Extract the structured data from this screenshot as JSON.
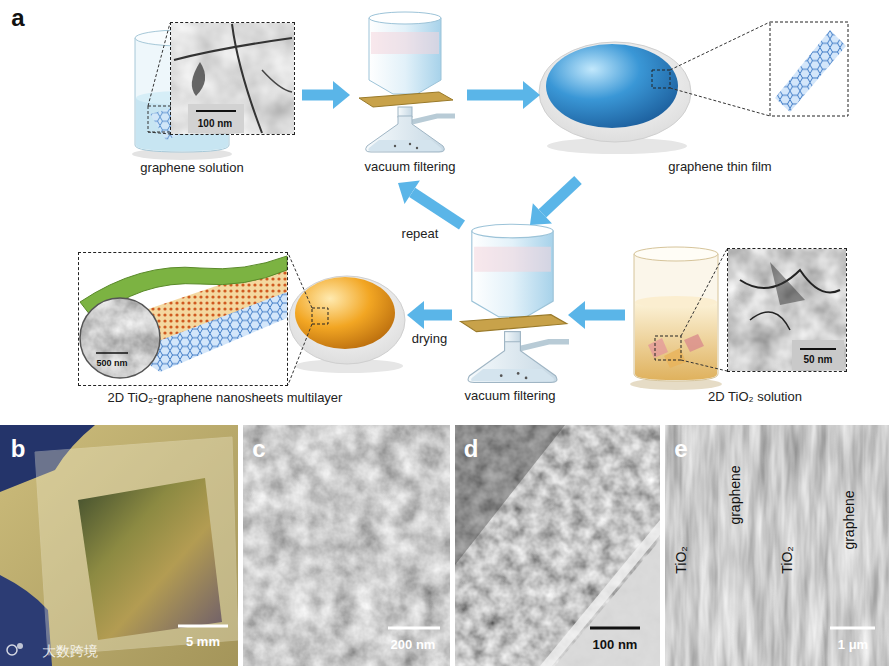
{
  "diagram": {
    "nodes": [
      {
        "text": [
          "graphene solution"
        ]
      },
      {
        "text": [
          "100 nm"
        ],
        "in": 0
      },
      {
        "text": [
          "vacuum filtering"
        ]
      },
      {
        "text": [
          "graphene thin film"
        ]
      },
      {
        "text": [
          "vacuum filtering"
        ]
      },
      {
        "text": [
          "2D TiO₂ solution"
        ]
      },
      {
        "text": [
          "50 nm"
        ],
        "in": 5
      },
      {
        "text": [
          "2D TiO₂-graphene nanosheets multilayer"
        ]
      },
      {
        "text": [
          "500 nm"
        ],
        "in": 7
      },
      {
        "text": [
          "b",
          "5 mm"
        ]
      },
      {
        "text": [
          "c",
          "200 nm"
        ]
      },
      {
        "text": [
          "d",
          "100 nm"
        ]
      },
      {
        "text": [
          "e",
          "TiO₂",
          "graphene",
          "TiO₂",
          "graphene",
          "1 μm"
        ]
      }
    ],
    "edges": [
      {
        "from": 0,
        "to": 2,
        "arrow": "to"
      },
      {
        "from": 2,
        "to": 3,
        "arrow": "to"
      },
      {
        "from": 3,
        "to": 4,
        "arrow": "to"
      },
      {
        "from": 4,
        "to": 2,
        "label": "repeat",
        "arrow": "to"
      },
      {
        "from": 5,
        "to": 4,
        "arrow": "to"
      },
      {
        "from": 4,
        "to": 7,
        "label": "drying",
        "arrow": "to"
      }
    ],
    "labels": [
      "a",
      "大数跨境"
    ]
  }
}
